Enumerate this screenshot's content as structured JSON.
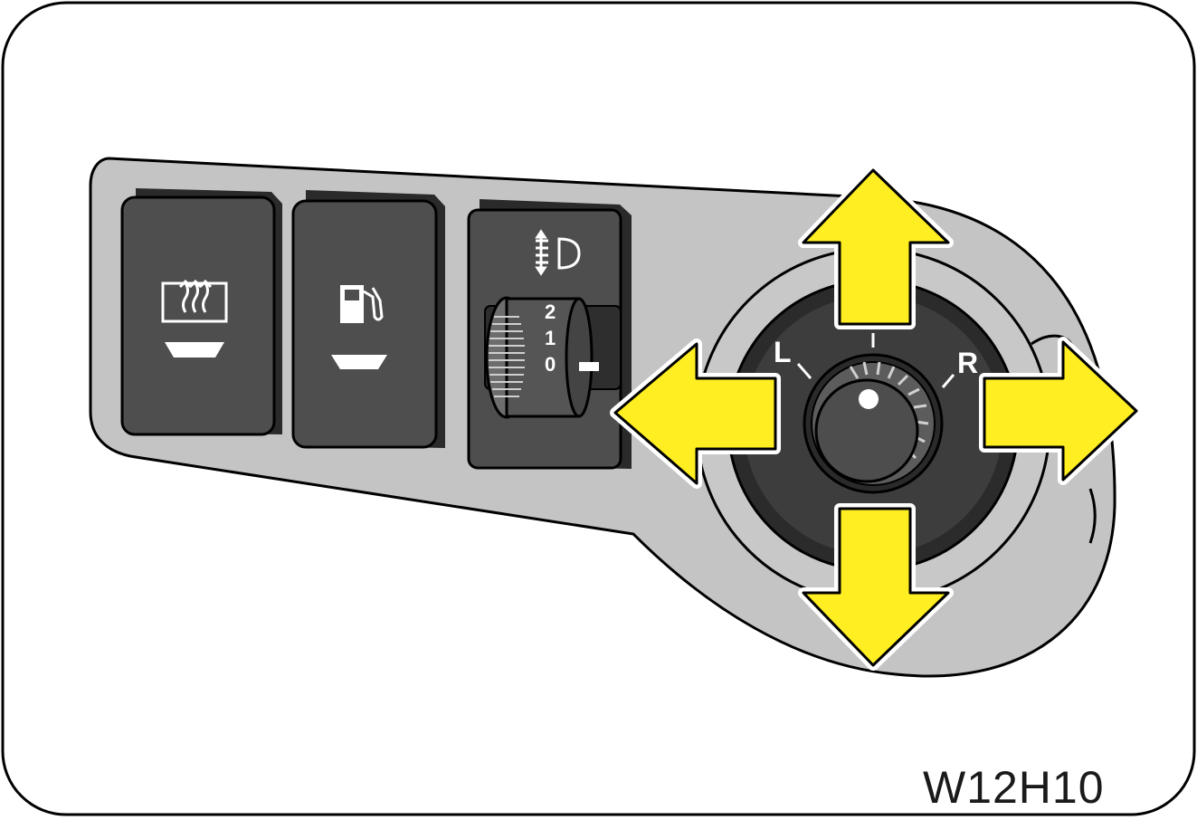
{
  "figure": {
    "code": "W12H10"
  },
  "switch_panel": {
    "buttons": [
      {
        "icon": "rear-defogger-icon"
      },
      {
        "icon": "fuel-lid-icon"
      }
    ],
    "leveling_dial": {
      "icon": "headlight-leveling-icon",
      "positions": [
        "2",
        "1",
        "0"
      ]
    }
  },
  "mirror_control": {
    "left_label": "L",
    "right_label": "R",
    "arrows": [
      "up",
      "down",
      "left",
      "right"
    ],
    "arrow_color": "#ffee22",
    "arrow_outline": "#000000"
  },
  "colors": {
    "panel": "#c4c4c4",
    "button": "#4e4e4e",
    "knob": "#3d3d3d"
  }
}
